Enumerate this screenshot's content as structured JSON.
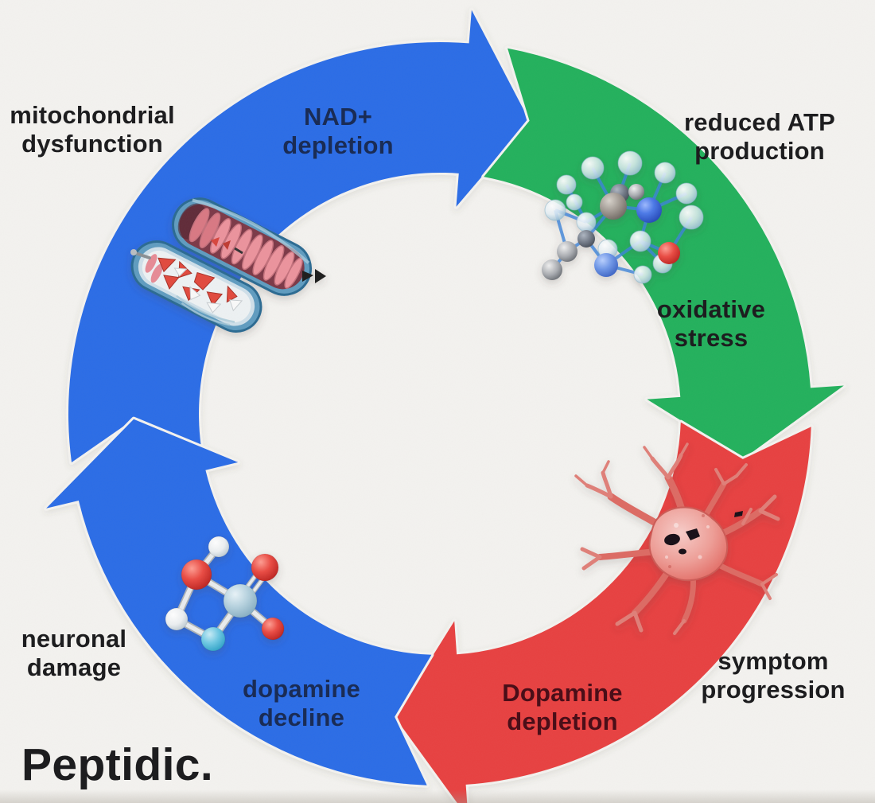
{
  "background": {
    "paper": "#f4f3f0"
  },
  "colors": {
    "blue": "#2b6ce7",
    "green": "#21b15c",
    "red": "#e8403f",
    "navy": "#1a2c55",
    "maroon": "#4a0e18",
    "ink": "#1d1d1f"
  },
  "labels": {
    "mitochondrial_dysfunction": {
      "line1": "mitochondrial",
      "line2": "dysfunction"
    },
    "nad_depletion": {
      "line1": "NAD+",
      "line2": "depletion"
    },
    "reduced_atp_production": {
      "line1": "reduced ATP",
      "line2": "production"
    },
    "oxidative_stress": {
      "line1": "oxidative",
      "line2": "stress"
    },
    "symptom_progression": {
      "line1": "symptom",
      "line2": "progression"
    },
    "dopamine_depletion": {
      "line1": "Dopamine",
      "line2": "depletion"
    },
    "dopamine_decline": {
      "line1": "dopamine",
      "line2": "decline"
    },
    "neuronal_damage": {
      "line1": "neuronal",
      "line2": "damage"
    }
  },
  "brand": {
    "name": "Peptidic."
  },
  "illustrations": {
    "mitochondria": "damaged mitochondria",
    "atp_cluster": "ATP molecule cluster",
    "neuron": "degenerating neuron",
    "dopamine_molecule": "dopamine molecule"
  }
}
